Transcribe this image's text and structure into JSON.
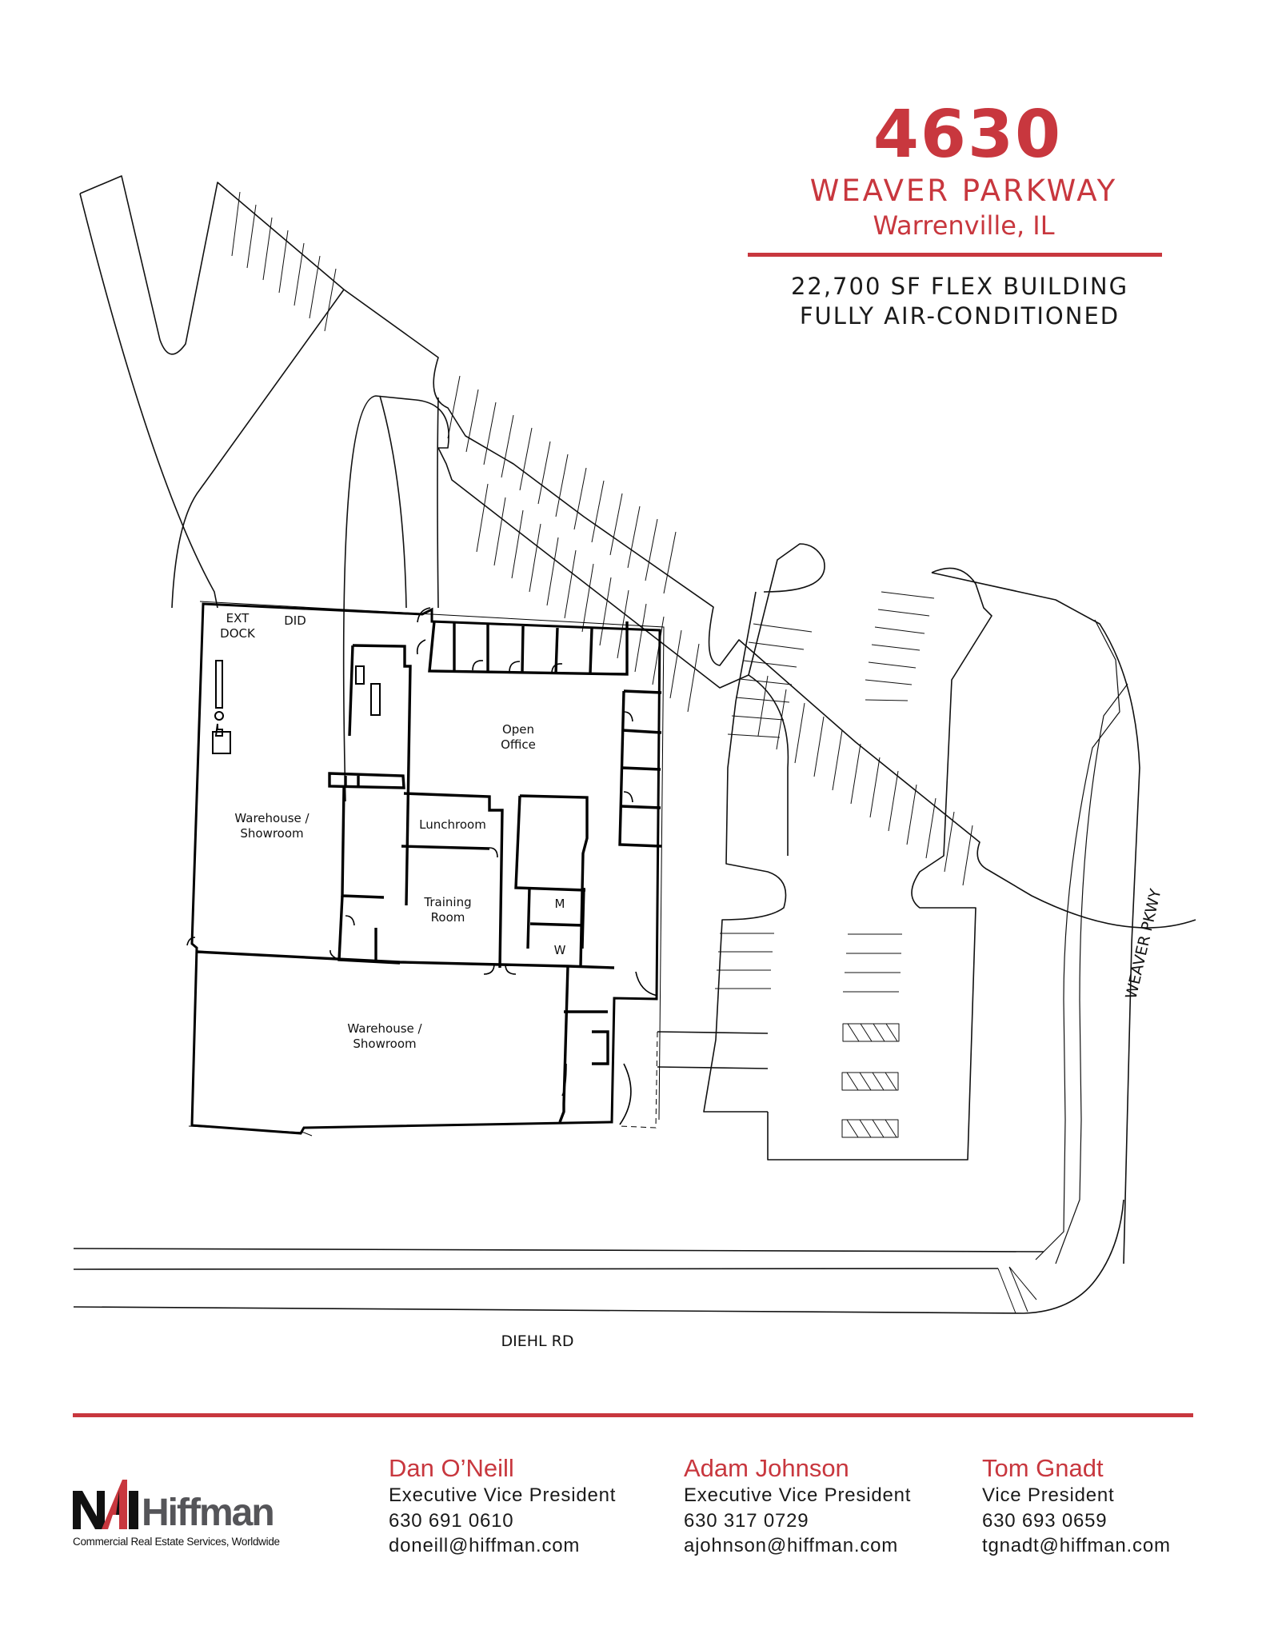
{
  "header": {
    "street_number": "4630",
    "street_name": "WEAVER PARKWAY",
    "city": "Warrenville, IL",
    "specs": [
      "22,700 SF FLEX BUILDING",
      "FULLY AIR-CONDITIONED"
    ]
  },
  "site_plan": {
    "rooms": {
      "ext_dock_line1": "EXT",
      "ext_dock_line2": "DOCK",
      "did": "DID",
      "open_office_line1": "Open",
      "open_office_line2": "Office",
      "warehouse_upper_line1": "Warehouse /",
      "warehouse_upper_line2": "Showroom",
      "lunchroom": "Lunchroom",
      "training_line1": "Training",
      "training_line2": "Room",
      "mens_restroom": "M",
      "womens_restroom": "W",
      "warehouse_lower_line1": "Warehouse /",
      "warehouse_lower_line2": "Showroom"
    },
    "streets": {
      "east": "WEAVER PKWY",
      "south": "DIEHL RD"
    }
  },
  "footer": {
    "logo": {
      "mark": "NAI",
      "brand": "Hiffman",
      "tagline": "Commercial Real Estate Services, Worldwide"
    },
    "contacts": [
      {
        "name": "Dan O’Neill",
        "title": "Executive Vice President",
        "phone": "630 691 0610",
        "email": "doneill@hiffman.com"
      },
      {
        "name": "Adam Johnson",
        "title": "Executive Vice President",
        "phone": "630 317 0729",
        "email": "ajohnson@hiffman.com"
      },
      {
        "name": "Tom Gnadt",
        "title": "Vice President",
        "phone": "630 693 0659",
        "email": "tgnadt@hiffman.com"
      }
    ]
  },
  "colors": {
    "accent_red": "#c8373e",
    "text_dark": "#1a1a1a",
    "logo_gray": "#555559"
  }
}
